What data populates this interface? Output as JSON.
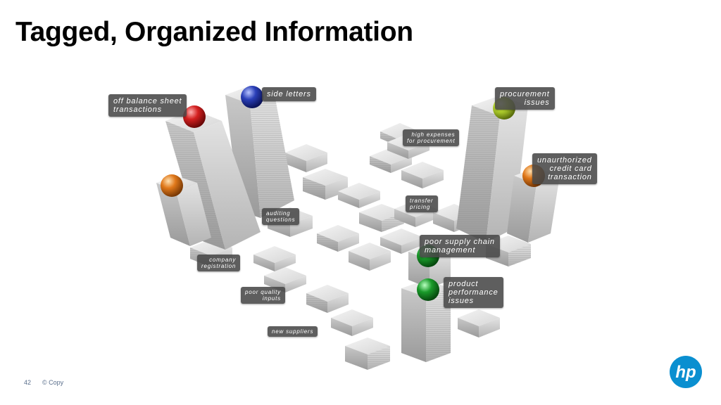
{
  "slide": {
    "title": "Tagged, Organized Information",
    "page_number": "42",
    "copyright": "© Copy",
    "logo_text": "hp"
  },
  "tags": {
    "off_balance": "off balance sheet\ntransactions",
    "side_letters": "side letters",
    "procurement": "procurement\nissues",
    "high_expenses": "high expenses\nfor procurement",
    "unauthorized": "unaurthorized\ncredit card\ntransaction",
    "transfer": "transfer\npricing",
    "auditing": "auditing\nquestions",
    "supply_chain": "poor supply chain\nmanagement",
    "company_reg": "company\nregistration",
    "product_perf": "product\nperformance\nissues",
    "poor_quality": "poor quality\ninputs",
    "new_suppliers": "new suppliers"
  },
  "colors": {
    "red": "#d42020",
    "blue": "#2a3fb8",
    "orange": "#e0781a",
    "yellow_green": "#b8d830",
    "green": "#1a9a2a",
    "hp_blue": "#0a8fd0"
  }
}
